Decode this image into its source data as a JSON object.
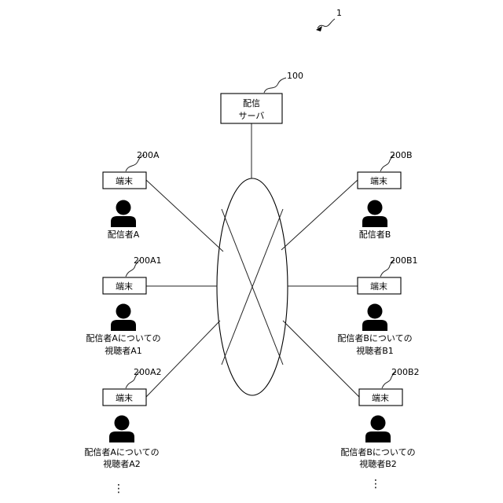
{
  "system_ref": "1",
  "server": {
    "ref": "100",
    "line1": "配信",
    "line2": "サーバ"
  },
  "terminals": {
    "a": {
      "ref": "200A",
      "box": "端末",
      "person_line1": "配信者A",
      "person_line2": ""
    },
    "a1": {
      "ref": "200A1",
      "box": "端末",
      "person_line1": "配信者Aについての",
      "person_line2": "視聴者A1"
    },
    "a2": {
      "ref": "200A2",
      "box": "端末",
      "person_line1": "配信者Aについての",
      "person_line2": "視聴者A2"
    },
    "b": {
      "ref": "200B",
      "box": "端末",
      "person_line1": "配信者B",
      "person_line2": ""
    },
    "b1": {
      "ref": "200B1",
      "box": "端末",
      "person_line1": "配信者Bについての",
      "person_line2": "視聴者B1"
    },
    "b2": {
      "ref": "200B2",
      "box": "端末",
      "person_line1": "配信者Bについての",
      "person_line2": "視聴者B2"
    }
  },
  "ellipsis_left": "⋮",
  "ellipsis_right": "⋮"
}
